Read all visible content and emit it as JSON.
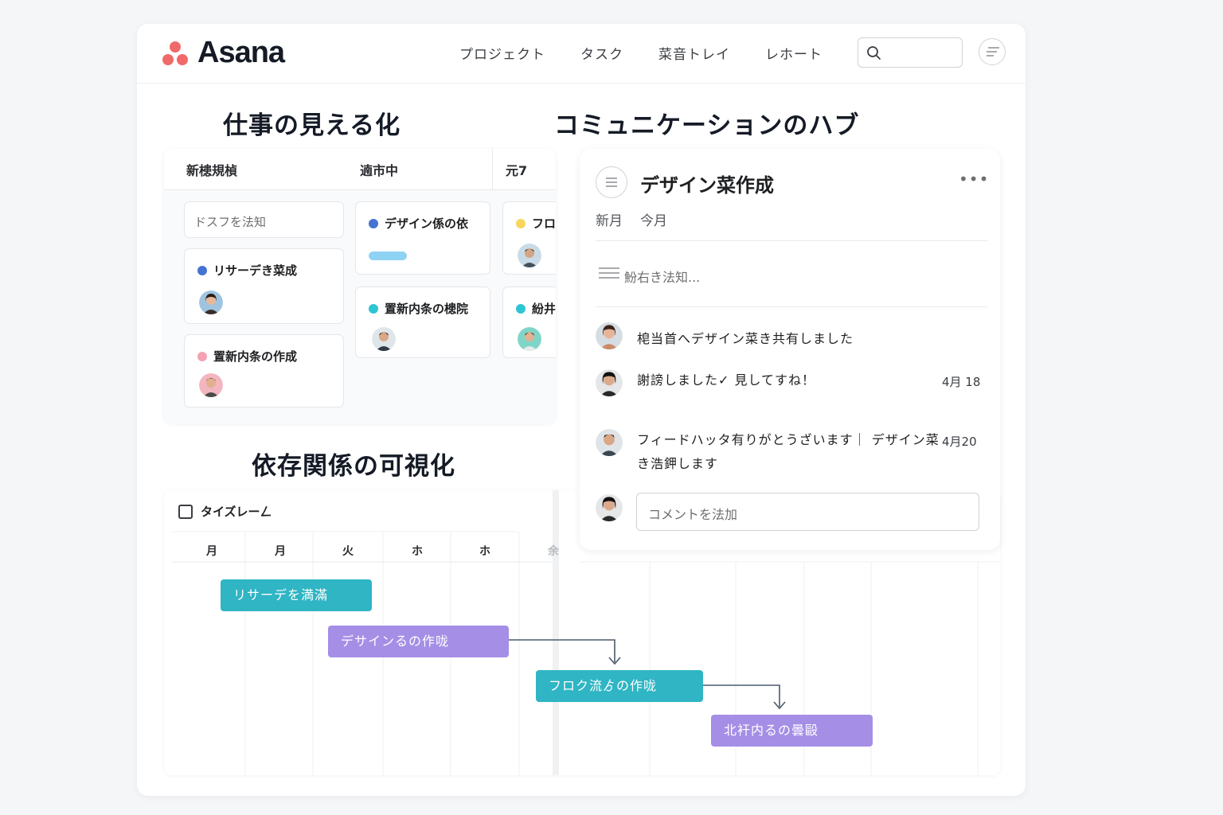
{
  "brand": {
    "name": "Asana",
    "color": "#f06a6a"
  },
  "nav": {
    "items": [
      {
        "label": "プロジェクト"
      },
      {
        "label": "タスク"
      },
      {
        "label": "菜音トレイ"
      },
      {
        "label": "レホート"
      }
    ],
    "search_icon": "search-icon",
    "menu_icon": "menu-icon"
  },
  "sections": {
    "visibility_title": "仕事の見える化",
    "communication_title": "コミュニケーションのハブ",
    "dependency_title": "依存関係の可視化"
  },
  "board": {
    "columns": [
      {
        "title": "新槵規楨",
        "cards": [
          {
            "kind": "add",
            "label": "ドスフを法知"
          },
          {
            "title": "リサーデき菜成",
            "dot_color": "#4573d2"
          },
          {
            "title": "置新内条の作成",
            "dot_color": "#f4a2b4"
          }
        ]
      },
      {
        "title": "遖市中",
        "cards": [
          {
            "title": "デザイン係の依",
            "dot_color": "#4573d2"
          },
          {
            "title": "置新内条の槵院",
            "dot_color": "#2ec5d3"
          }
        ]
      },
      {
        "title": "元7",
        "cards": [
          {
            "title": "フロ",
            "dot_color": "#f8d65e"
          },
          {
            "title": "紛井",
            "dot_color": "#2ec5d3"
          }
        ]
      }
    ]
  },
  "communication": {
    "title": "デザイン菜作成",
    "more_icon": "more-icon",
    "tabs": [
      "新月",
      "今月"
    ],
    "description_placeholder": "魵右き法知...",
    "messages": [
      {
        "text": "梍当首へデザイン菜き共有しました",
        "date": ""
      },
      {
        "text": "謝謗しました✓ 見してすね！",
        "date": "4月 18"
      },
      {
        "text": "フィードハッタ有りがとうざいます｜ デザイン菜き浩鉀します",
        "date": "4月20"
      }
    ],
    "comment_placeholder": "コメントを法加"
  },
  "timeline": {
    "checkbox_label": "タイズレーㄥ",
    "days": [
      "月",
      "月",
      "火",
      "ホ",
      "ホ",
      "余"
    ],
    "bars": [
      {
        "label": "リサーデを満滿",
        "color": "#2fb5c4"
      },
      {
        "label": "デサインるの作咙",
        "color": "#a58ee6"
      },
      {
        "label": "フロク流ゟの作咙",
        "color": "#2fb5c4"
      },
      {
        "label": "北衦内るの曇毆",
        "color": "#a58ee6"
      }
    ]
  }
}
